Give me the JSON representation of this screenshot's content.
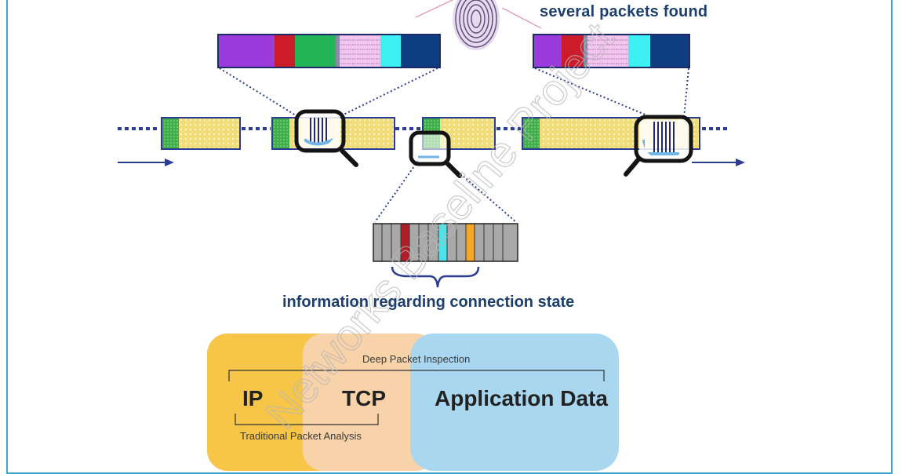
{
  "captions": {
    "top": "several packets found",
    "connection_state": "information regarding connection state"
  },
  "inspection_layers": {
    "deep_packet_inspection": "Deep Packet Inspection",
    "traditional_packet_analysis": "Traditional Packet Analysis",
    "ip": "IP",
    "tcp": "TCP",
    "application_data": "Application Data"
  },
  "watermark": "Networks Baseline Project",
  "colors": {
    "frame": "#3aa6cf",
    "arrow": "#2b3d8f",
    "packet_fill": "#f0dc78",
    "header_green": "#3fae4a",
    "ip_layer": "#f7c548",
    "tcp_layer": "#f8d2a8",
    "app_layer": "#a9d7f0",
    "caption_text": "#1d3f6e"
  },
  "icons": [
    "fingerprint-icon",
    "magnifier-icon"
  ]
}
